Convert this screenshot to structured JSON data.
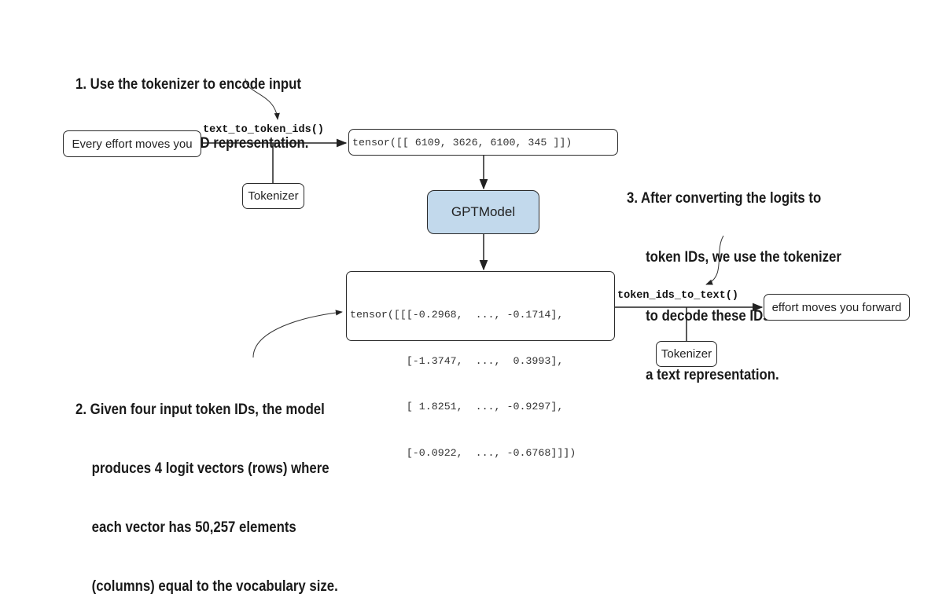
{
  "annotations": {
    "step1": [
      "1. Use the tokenizer to encode input",
      "text into a token ID representation."
    ],
    "step2": [
      "2. Given four input token IDs, the model",
      "produces 4 logit vectors (rows) where",
      "each vector has 50,257 elements",
      "(columns) equal to the vocabulary size."
    ],
    "step3": [
      "3. After converting the logits to",
      "token IDs, we use the tokenizer",
      "to decode these IDs back into",
      "a text representation."
    ]
  },
  "nodes": {
    "input_text": "Every effort moves you",
    "token_ids": "tensor([[ 6109, 3626, 6100, 345 ]])",
    "tokenizer_top": "Tokenizer",
    "model": "GPTModel",
    "logits": [
      "tensor([[[-0.2968,  ..., -0.1714],",
      "         [-1.3747,  ...,  0.3993],",
      "         [ 1.8251,  ..., -0.9297],",
      "         [-0.0922,  ..., -0.6768]]])"
    ],
    "tokenizer_bottom": "Tokenizer",
    "output_text": "effort moves you forward"
  },
  "functions": {
    "encode": "text_to_token_ids()",
    "decode": "token_ids_to_text()"
  },
  "colors": {
    "model_fill": "#c2d9ec",
    "line": "#222222"
  }
}
